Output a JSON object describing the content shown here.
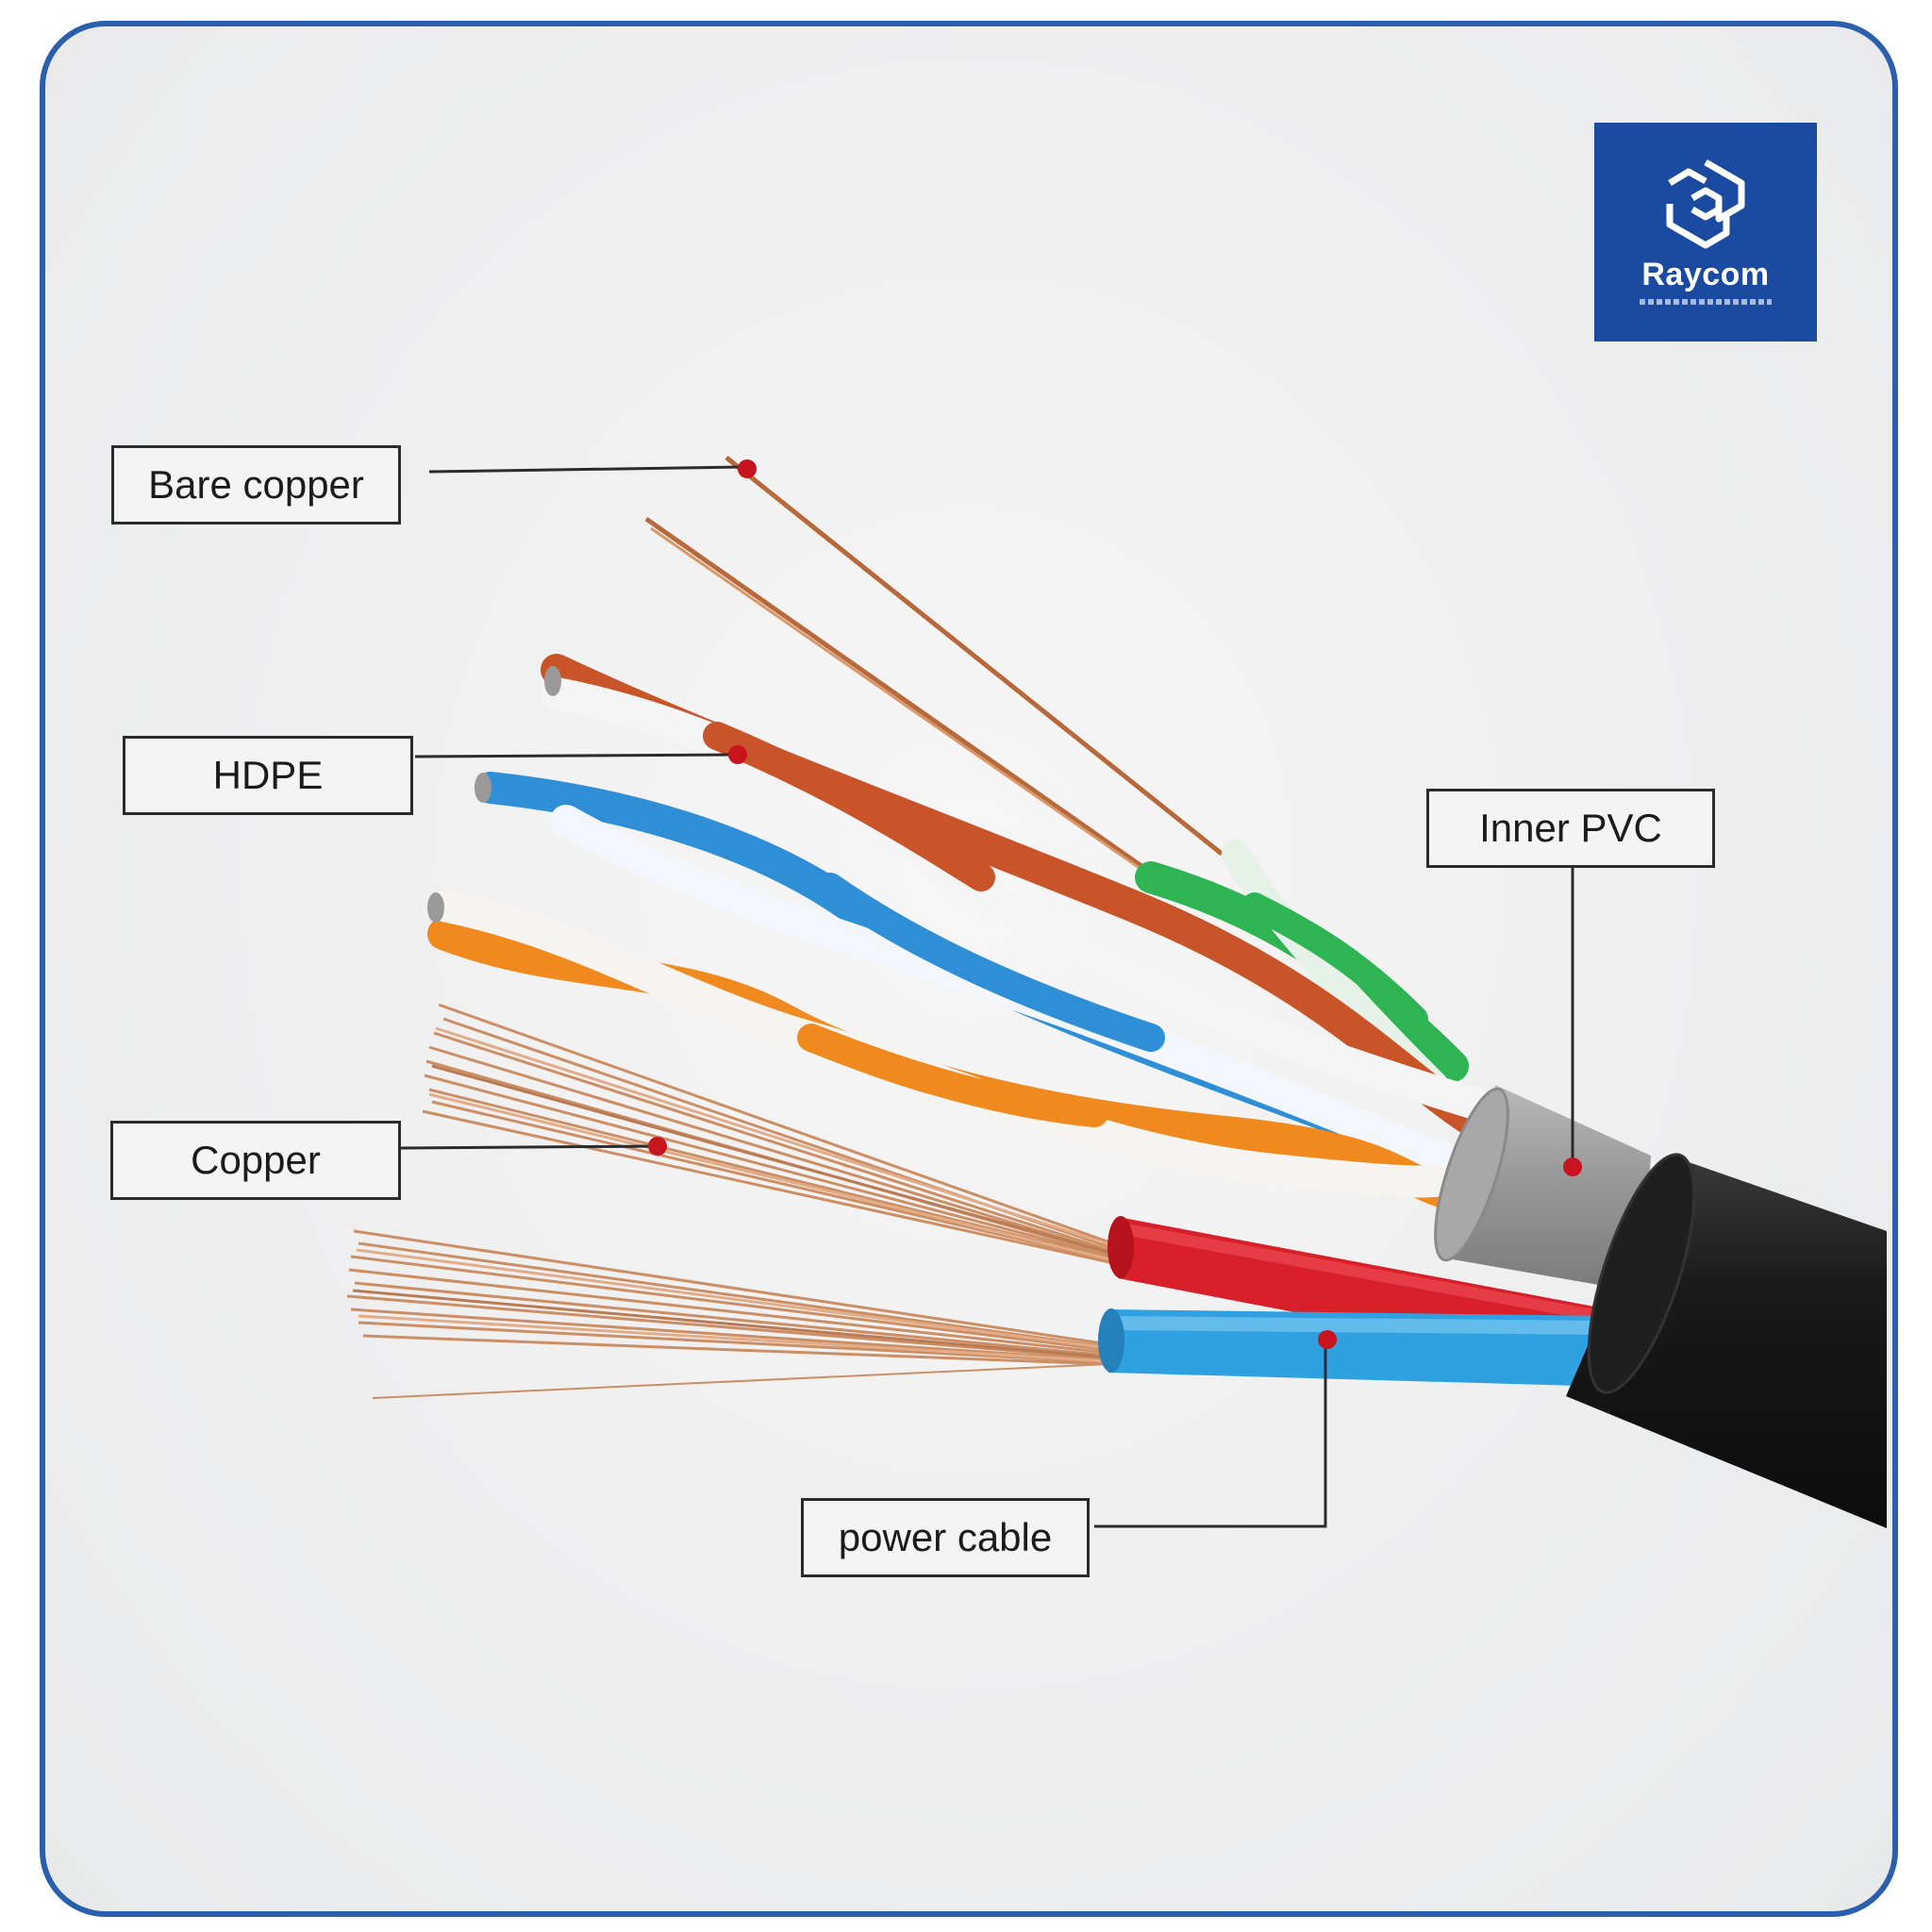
{
  "brand": {
    "name": "Raycom",
    "color": "#1a4ba0",
    "icon": "hexagon-cube-logo-icon"
  },
  "frame": {
    "border_color": "#2a5fae"
  },
  "labels": {
    "bare_copper": "Bare copper",
    "hdpe": "HDPE",
    "copper": "Copper",
    "inner_pvc": "Inner PVC",
    "power_cable": "power cable"
  },
  "colors": {
    "pointer_dot": "#c8141e",
    "leader_line": "#2b2b2b",
    "outer_jacket": "#151515",
    "inner_pvc": "#9a9a9a",
    "green_pair": "#2fb454",
    "brown_pair": "#c9542a",
    "blue_pair": "#2f8fd6",
    "orange_pair": "#f08a1e",
    "red_power": "#d81f2a",
    "blue_power": "#2fa0e0",
    "copper": "#c98455"
  }
}
